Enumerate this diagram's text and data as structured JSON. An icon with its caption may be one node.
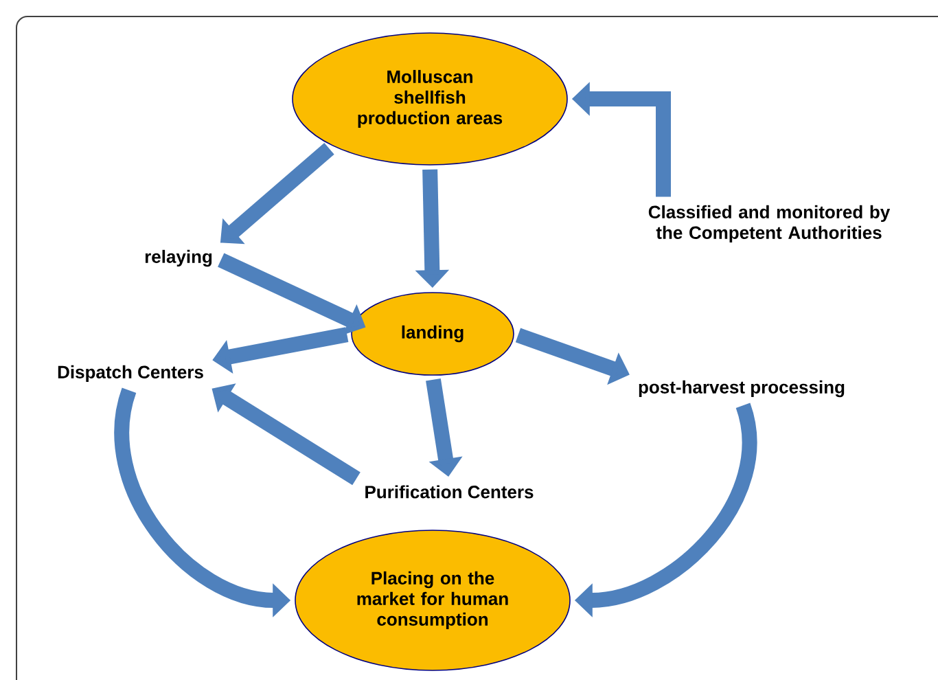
{
  "diagram": {
    "nodes": [
      {
        "text": [
          "Molluscan shellfish production areas"
        ]
      },
      {
        "text": [
          "Classified and monitored by the Competent Authorities"
        ]
      },
      {
        "text": [
          "relaying"
        ]
      },
      {
        "text": [
          "landing"
        ]
      },
      {
        "text": [
          "Dispatch Centers"
        ]
      },
      {
        "text": [
          "post-harvest processing"
        ]
      },
      {
        "text": [
          "Purification Centers"
        ]
      },
      {
        "text": [
          "Placing on the market for human consumption"
        ]
      }
    ],
    "edges": [
      {
        "from": 1,
        "to": 0,
        "arrow": "to"
      },
      {
        "from": 0,
        "to": 2,
        "arrow": "to"
      },
      {
        "from": 2,
        "to": 3,
        "arrow": "to"
      },
      {
        "from": 0,
        "to": 3,
        "arrow": "to"
      },
      {
        "from": 3,
        "to": 4,
        "arrow": "to"
      },
      {
        "from": 3,
        "to": 5,
        "arrow": "to"
      },
      {
        "from": 3,
        "to": 6,
        "arrow": "to"
      },
      {
        "from": 6,
        "to": 4,
        "arrow": "to"
      },
      {
        "from": 4,
        "to": 7,
        "arrow": "to"
      },
      {
        "from": 5,
        "to": 7,
        "arrow": "to"
      }
    ]
  }
}
